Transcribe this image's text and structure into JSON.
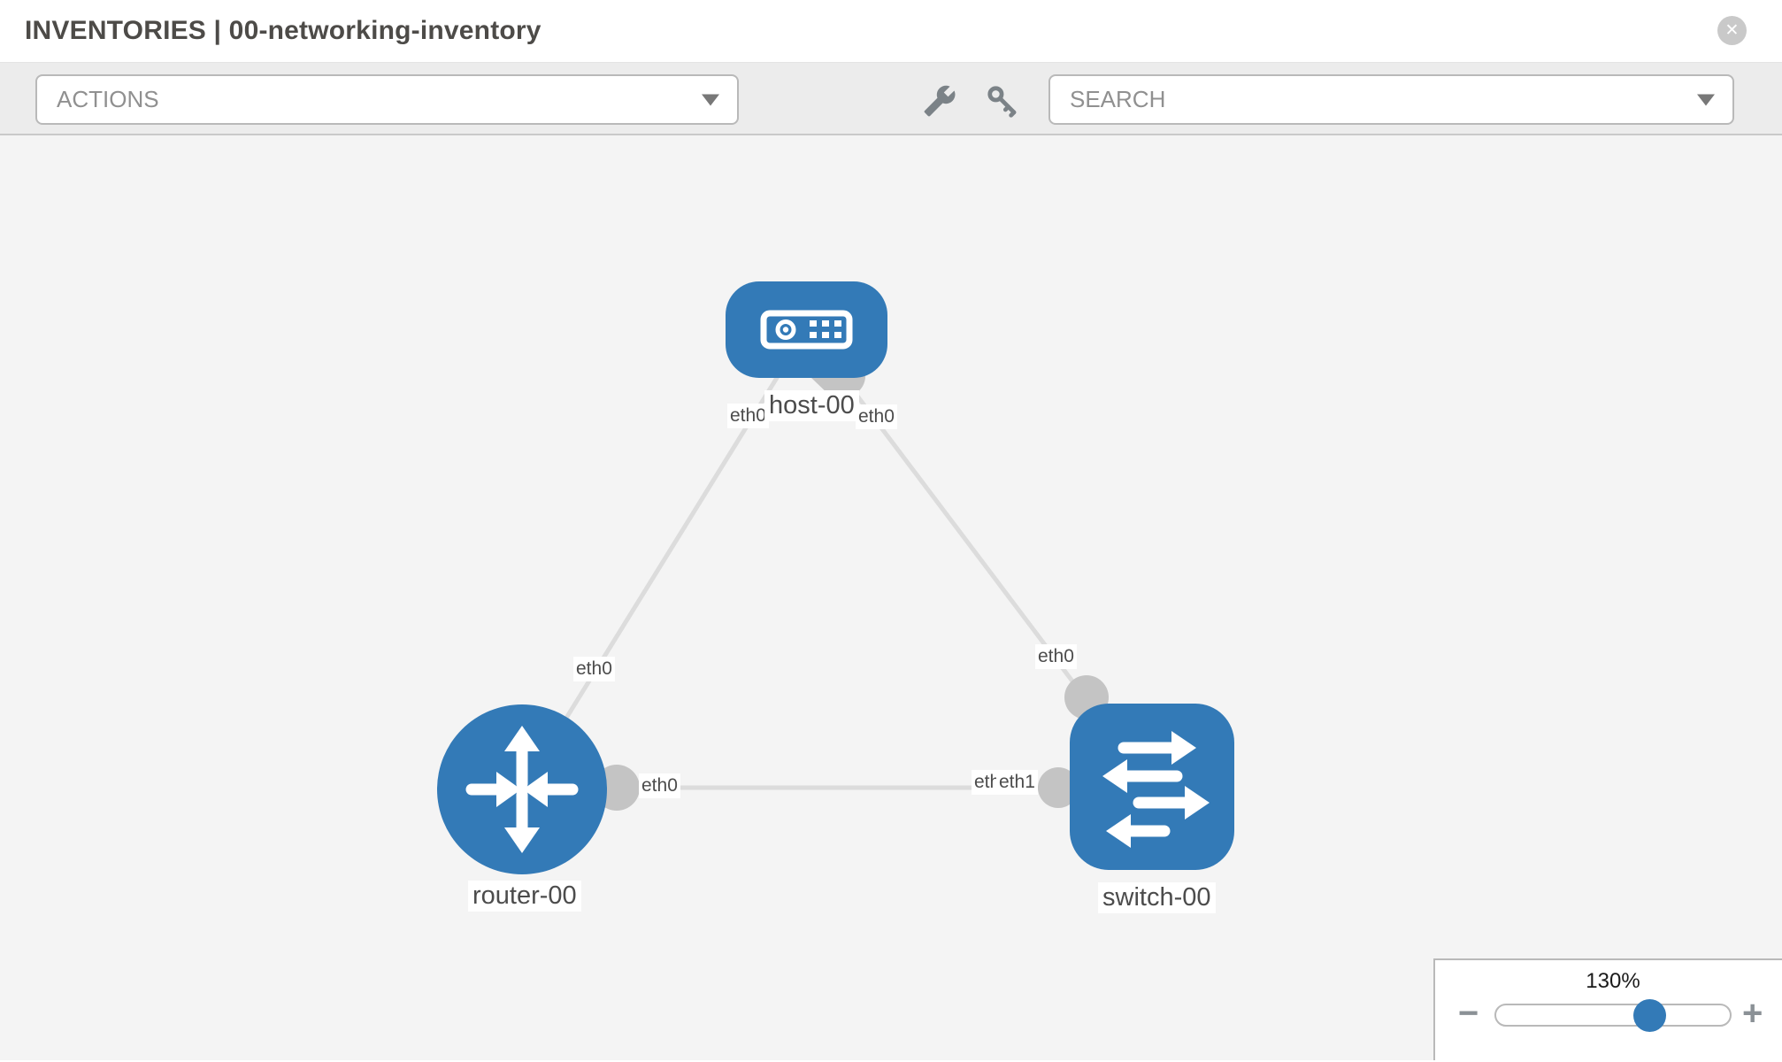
{
  "header": {
    "title": "INVENTORIES | 00-networking-inventory",
    "close_label": "✕"
  },
  "toolbar": {
    "actions_label": "ACTIONS",
    "search_placeholder": "SEARCH",
    "icons": [
      "wrench-icon",
      "key-icon"
    ]
  },
  "diagram": {
    "nodes": [
      {
        "id": "host-00",
        "label": "host-00",
        "type": "host",
        "shape": "rounded-rect"
      },
      {
        "id": "router-00",
        "label": "router-00",
        "type": "router",
        "shape": "circle"
      },
      {
        "id": "switch-00",
        "label": "switch-00",
        "type": "switch",
        "shape": "rounded-square"
      }
    ],
    "links": [
      {
        "from": "host-00",
        "to": "router-00",
        "from_iface": "eth0",
        "to_iface": "eth0"
      },
      {
        "from": "host-00",
        "to": "switch-00",
        "from_iface": "eth0",
        "to_iface": "eth0"
      },
      {
        "from": "router-00",
        "to": "switch-00",
        "from_iface": "eth0",
        "to_iface": "eth1"
      }
    ],
    "interfaces": {
      "host_router_at_host": "eth0",
      "host_router_at_router": "eth0",
      "host_switch_at_host": "eth0",
      "host_switch_at_switch": "eth0",
      "router_switch_at_router": "eth0",
      "router_switch_at_switch_under": "eth0",
      "router_switch_at_switch": "eth1"
    }
  },
  "zoom_control": {
    "level": "130%",
    "minus_label": "−",
    "plus_label": "+"
  },
  "colors": {
    "node_blue": "#337ab7",
    "link_gray": "#dcdcdc",
    "interface_gray": "#c4c4c4",
    "canvas_bg": "#f4f4f4",
    "toolbar_bg": "#ececec"
  }
}
